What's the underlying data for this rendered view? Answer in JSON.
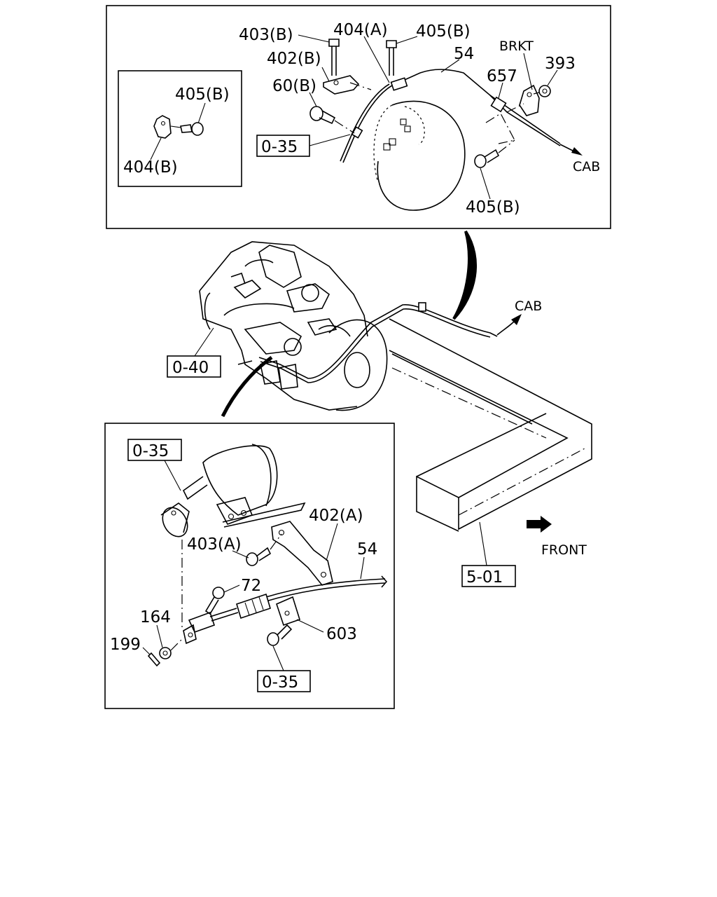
{
  "top_inset": {
    "labels": {
      "part_403b": "403(B)",
      "part_404a": "404(A)",
      "part_405b_top": "405(B)",
      "part_54": "54",
      "brkt": "BRKT",
      "part_402b": "402(B)",
      "part_393": "393",
      "part_60b": "60(B)",
      "part_657": "657",
      "ref_0_35": "0-35",
      "cab": "CAB",
      "part_405b_bottom": "405(B)"
    },
    "detail": {
      "part_405b": "405(B)",
      "part_404b": "404(B)"
    }
  },
  "main": {
    "ref_0_40": "0-40",
    "cab": "CAB",
    "ref_5_01": "5-01",
    "front": "FRONT"
  },
  "bottom_inset": {
    "labels": {
      "ref_0_35_top": "0-35",
      "part_402a": "402(A)",
      "part_403a": "403(A)",
      "part_54": "54",
      "part_72": "72",
      "part_164": "164",
      "part_603": "603",
      "part_199": "199",
      "ref_0_35_bottom": "0-35"
    }
  }
}
